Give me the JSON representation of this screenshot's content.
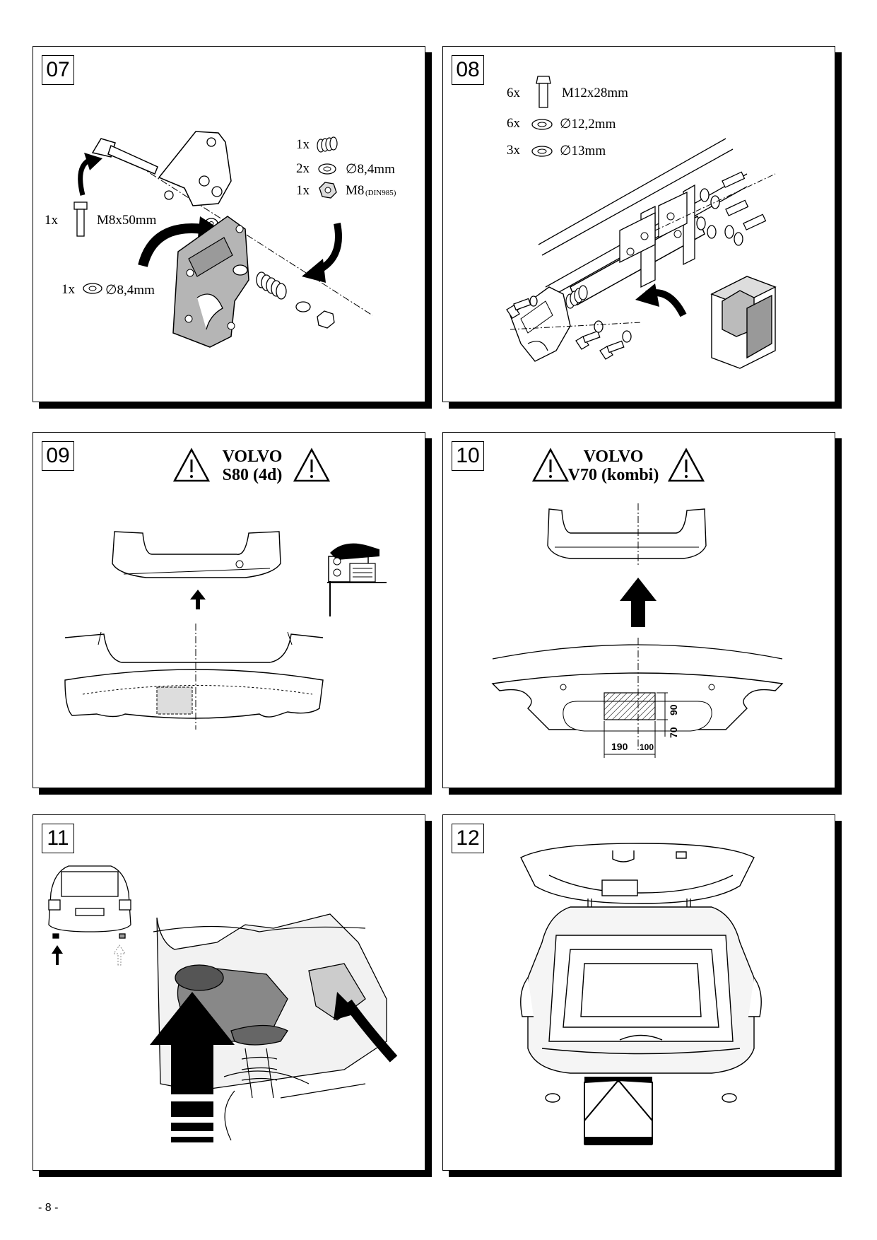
{
  "page_number": "- 8 -",
  "panels": {
    "p07": {
      "number": "07",
      "parts": [
        {
          "qty": "1x",
          "desc": "M8x50mm"
        },
        {
          "qty": "1x",
          "desc": "∅8,4mm"
        },
        {
          "qty": "1x",
          "desc": ""
        },
        {
          "qty": "2x",
          "desc": "∅8,4mm"
        },
        {
          "qty": "1x",
          "desc": "M8",
          "note": "(DIN985)"
        }
      ]
    },
    "p08": {
      "number": "08",
      "parts": [
        {
          "qty": "6x",
          "desc": "M12x28mm"
        },
        {
          "qty": "6x",
          "desc": "∅12,2mm"
        },
        {
          "qty": "3x",
          "desc": "∅13mm"
        }
      ]
    },
    "p09": {
      "number": "09",
      "brand": "VOLVO",
      "model": "S80 (4d)"
    },
    "p10": {
      "number": "10",
      "brand": "VOLVO",
      "model": "V70 (kombi)",
      "dims": {
        "d190": "190",
        "d100": "100",
        "d90": "90",
        "d70": "70"
      }
    },
    "p11": {
      "number": "11"
    },
    "p12": {
      "number": "12"
    }
  }
}
